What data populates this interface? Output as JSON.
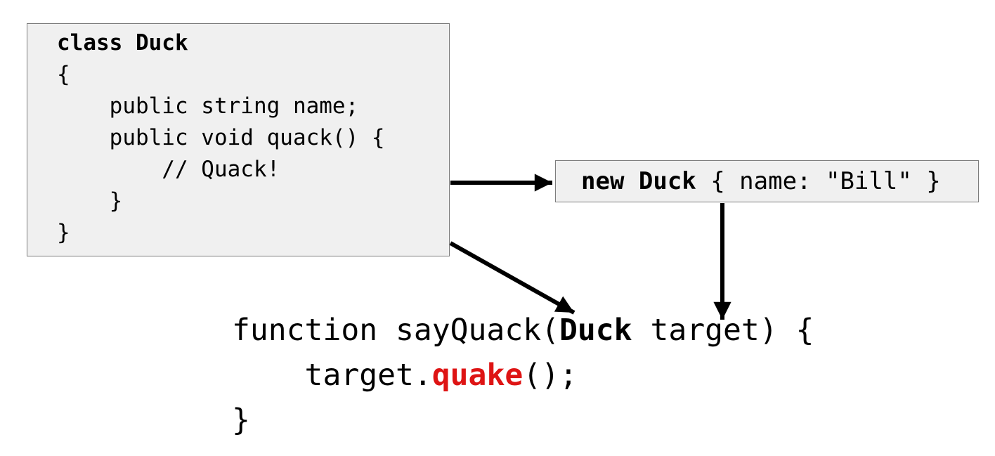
{
  "colors": {
    "background": "#ffffff",
    "box_fill": "#f0f0f0",
    "box_border": "#7d7d7d",
    "code_text": "#000000",
    "highlight_red": "#de1414",
    "arrow": "#000000"
  },
  "class_box": {
    "lines": [
      {
        "text": "class Duck"
      },
      {
        "text": "{"
      },
      {
        "text": "    public string name;"
      },
      {
        "text": "    public void quack() {"
      },
      {
        "text": "        // Quack!"
      },
      {
        "text": "    }"
      },
      {
        "text": "}"
      }
    ]
  },
  "instance_box": {
    "keyword": "new Duck ",
    "rest": "{ name: \"Bill\" }"
  },
  "function_block": {
    "line1_pre": "function sayQuack(",
    "line1_type": "Duck",
    "line1_post": " target) {",
    "line2_pre": "    target.",
    "line2_highlight": "quake",
    "line2_post": "();",
    "line3": "}"
  },
  "edges": [
    {
      "from": "class-duck-box",
      "to": "duck-instance-box"
    },
    {
      "from": "class-duck-box",
      "to": "sayquack-function-block"
    },
    {
      "from": "duck-instance-box",
      "to": "sayquack-function-block"
    }
  ]
}
